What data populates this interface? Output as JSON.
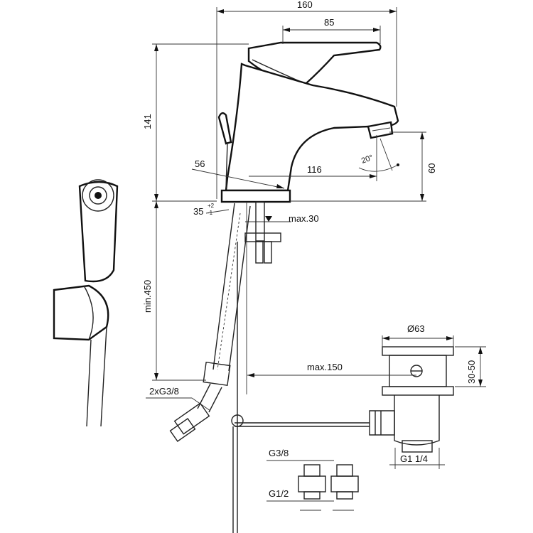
{
  "dimensions": {
    "overall_width": "160",
    "lever_width": "85",
    "height": "141",
    "spout_height": "60",
    "spout_reach": "116",
    "lever_offset": "56",
    "swivel_angle": "20°",
    "tilt_angle": "35",
    "tilt_tolerance_plus": "+2",
    "tilt_tolerance_minus": "-1",
    "max_deck": "max.30",
    "hose_length": "min.450",
    "connections": "2xG3/8",
    "waste_diameter": "Ø63",
    "waste_height": "30-50",
    "waste_offset": "max.150",
    "waste_thread": "G1 1/4",
    "adapter_top": "G3/8",
    "adapter_bottom": "G1/2"
  }
}
